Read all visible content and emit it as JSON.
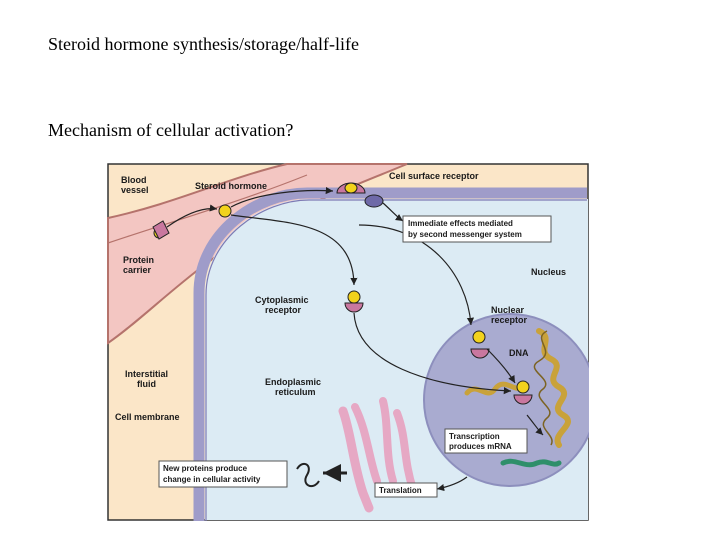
{
  "slide": {
    "line1": "Steroid hormone synthesis/storage/half-life",
    "line2": "Mechanism of cellular activation?"
  },
  "figure": {
    "labels": {
      "blood_vessel_1": "Blood",
      "blood_vessel_2": "vessel",
      "steroid_hormone": "Steroid hormone",
      "cell_surface_receptor": "Cell surface receptor",
      "immediate_1": "Immediate effects mediated",
      "immediate_2": "by second messenger system",
      "protein_carrier_1": "Protein",
      "protein_carrier_2": "carrier",
      "nucleus": "Nucleus",
      "cytoplasmic_1": "Cytoplasmic",
      "cytoplasmic_2": "receptor",
      "nuclear_1": "Nuclear",
      "nuclear_2": "receptor",
      "dna": "DNA",
      "interstitial_1": "Interstitial",
      "interstitial_2": "fluid",
      "er_1": "Endoplasmic",
      "er_2": "reticulum",
      "cell_membrane": "Cell membrane",
      "transcription_1": "Transcription",
      "transcription_2": "produces mRNA",
      "new_proteins_1": "New proteins produce",
      "new_proteins_2": "change in cellular activity",
      "translation": "Translation"
    },
    "colors": {
      "frame": "#333333",
      "interstitial": "#fbe6c8",
      "blood_vessel": "#f3c6c2",
      "vessel_edge": "#b5736c",
      "membrane": "#9f9cc9",
      "cytoplasm": "#dcebf4",
      "nucleus": "#a9abd0",
      "hormone": "#f2d21c",
      "receptor": "#c9779f",
      "dna": "#c9a23a",
      "mrna": "#2f8f6a",
      "er": "#e6a8c4"
    }
  }
}
